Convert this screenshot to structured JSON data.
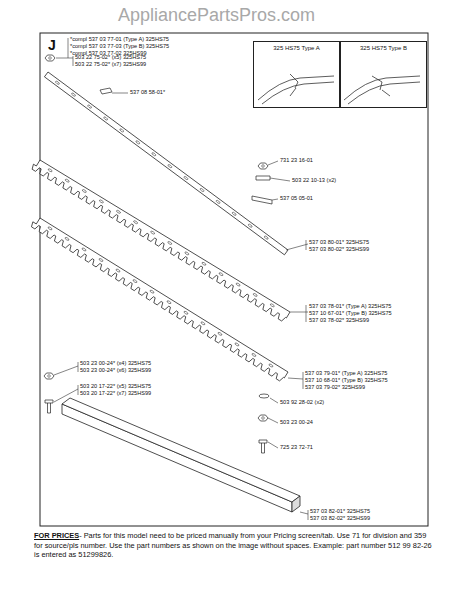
{
  "diagram": {
    "nodes": [
      {
        "text": [
          "325 HS75 Type A"
        ]
      },
      {
        "text": [
          "325 HS75 Type B"
        ]
      }
    ],
    "labels": [
      "AppliancePartsPros.com",
      "J",
      "*compl 537 03 77-01 (Type A) 325HS75",
      "*compl 537 03 77-03 (Type B) 325HS75",
      "*compl 537 03 77-02 325HS99",
      "503 22 75-02* (x5) 325HS75",
      "503 22 75-02* (x7) 325HS99",
      "537 08 58-01*",
      "731 23 16-01",
      "503 22 10-13 (x2)",
      "537 05 05-01",
      "537 03 80-01* 325HS75",
      "537 03 80-02* 325HS99",
      "537 03 78-01* (Type A) 325HS75",
      "537 10 67-01* (Type B) 325HS75",
      "537 03 78-02* 325HS99",
      "503 23 00-24* (x4) 325HS75",
      "503 23 00-24* (x6) 325HS99",
      "503 20 17-22* (x5) 325HS75",
      "503 20 17-22* (x7) 325HS99",
      "537 03 79-01* (Type A) 325HS75",
      "537 10 68-01* (Type B) 325HS75",
      "537 03 79-02* 325HS99",
      "503 92 28-02 (x2)",
      "503 23 00-24",
      "725 23 72-71",
      "537 03 82-01* 325HS75",
      "537 03 82-02* 325HS99",
      "FOR PRICES",
      "- Parts for this model need to be priced manually from your Pricing screen/tab. Use 71 for division and 359 for source/pls number.  Use the part numbers as shown on the image without spaces.  Example: part number 512 99 82-26 is entered as 51299826."
    ]
  }
}
